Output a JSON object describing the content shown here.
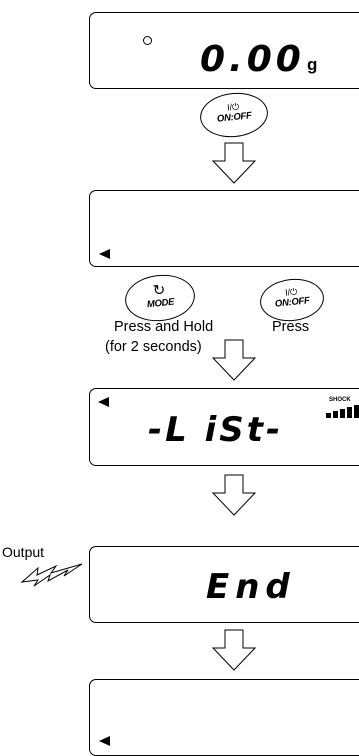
{
  "panel1": {
    "reading": "0.00",
    "unit": "g",
    "stable_icon": "stable-indicator-circle"
  },
  "onoff_button_1": {
    "symbol": "I/⏻",
    "label": "ON:OFF"
  },
  "panel2": {
    "indicator": "triangle-left"
  },
  "mode_button": {
    "symbol": "↻",
    "label": "MODE",
    "caption_line1": "Press and Hold",
    "caption_line2": "(for 2 seconds)"
  },
  "onoff_button_2": {
    "symbol": "I/⏻",
    "label": "ON:OFF",
    "caption": "Press"
  },
  "panel3": {
    "reading": "-L iSt-",
    "shock_label": "SHOCK"
  },
  "panel4": {
    "reading": "End",
    "output_label": "Output"
  },
  "panel5": {
    "indicator": "triangle-left"
  }
}
